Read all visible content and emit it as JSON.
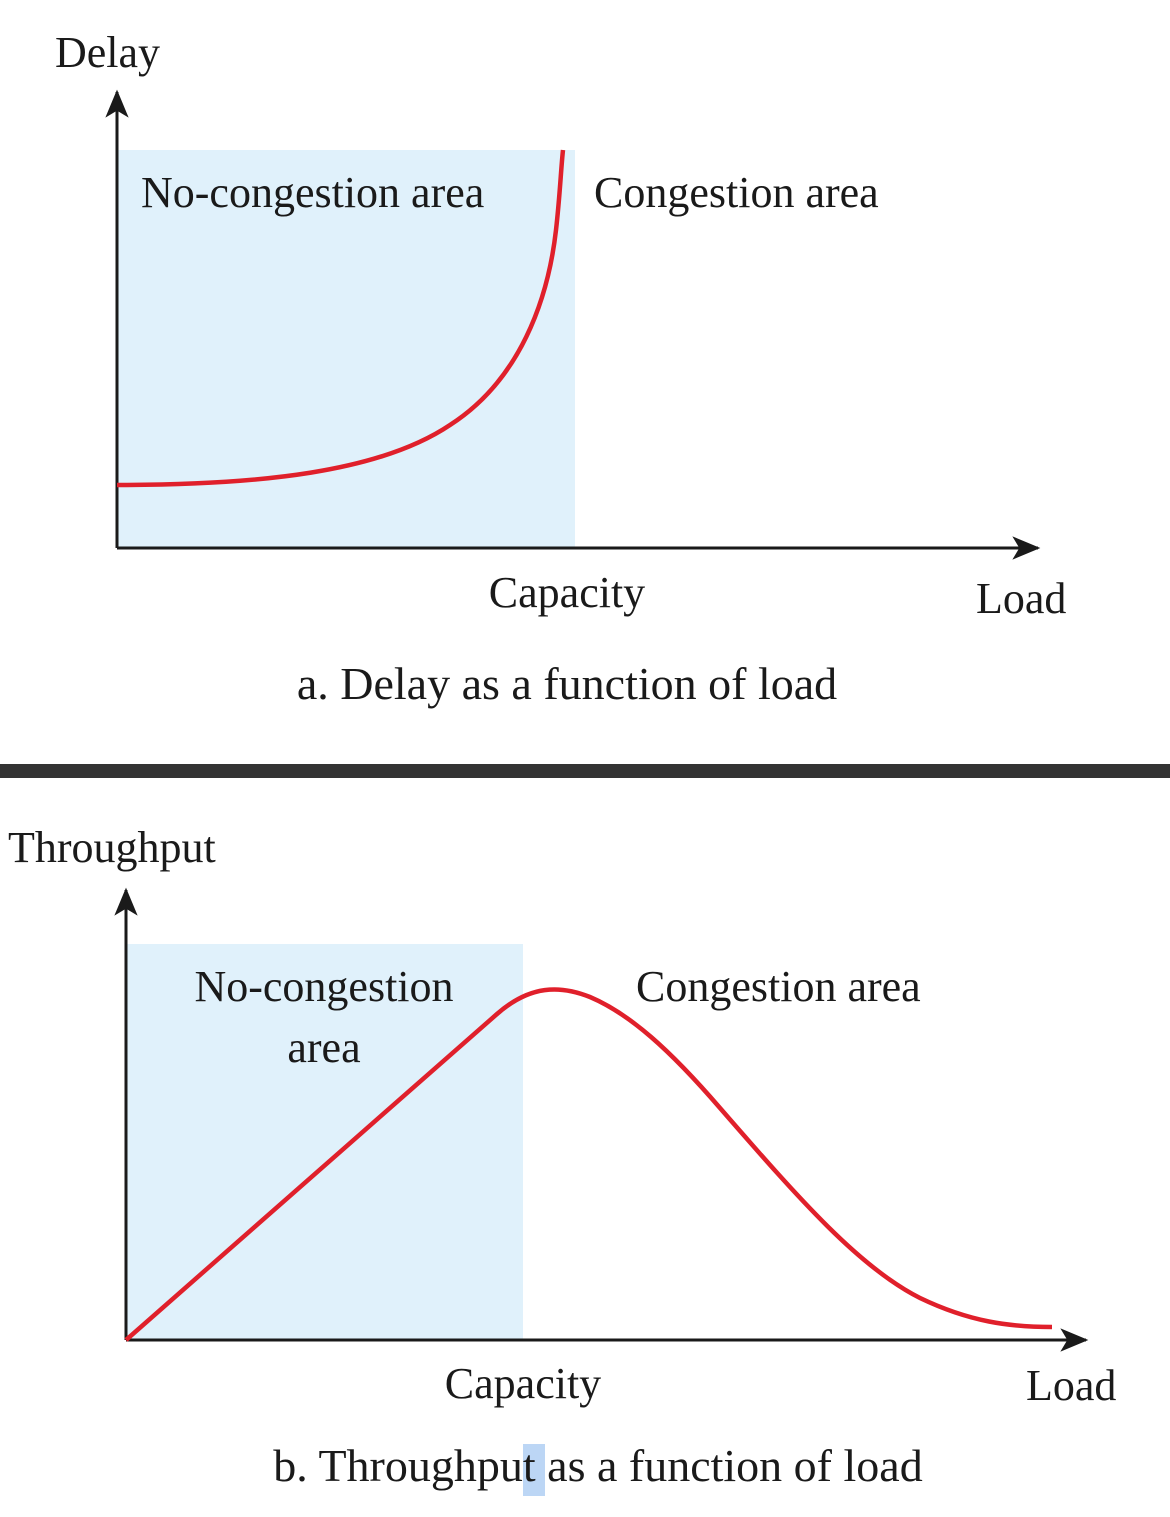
{
  "colors": {
    "region_fill": "#e0f1fb",
    "curve": "#e0202b",
    "axis": "#1a1a1a",
    "divider": "#333333",
    "selection": "#bcd6f5"
  },
  "panel_a": {
    "y_axis_label": "Delay",
    "x_axis_label": "Load",
    "capacity_label": "Capacity",
    "no_congestion_label": "No-congestion area",
    "congestion_label": "Congestion area",
    "caption": "a. Delay as a function of load"
  },
  "panel_b": {
    "y_axis_label": "Throughput",
    "x_axis_label": "Load",
    "capacity_label": "Capacity",
    "no_congestion_label_line1": "No-congestion",
    "no_congestion_label_line2": "area",
    "congestion_label": "Congestion area",
    "caption": "b. Throughput as a function of load"
  }
}
